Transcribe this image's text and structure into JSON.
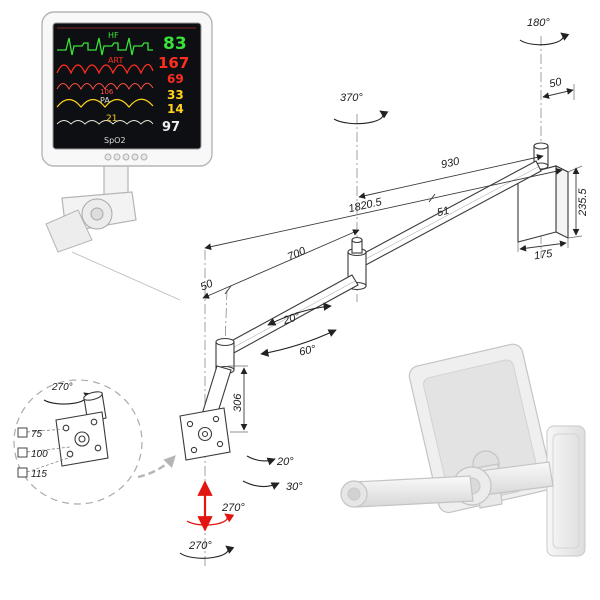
{
  "monitor_display": {
    "hr_label": "HF",
    "hr_value": "83",
    "art_label": "ART",
    "art_sys": "167",
    "art_dia": "69",
    "pa_rate": "106",
    "pa_label": "PA",
    "pa_v1": "33",
    "pa_v2": "14",
    "temp_value": "21",
    "spo2_value": "97",
    "spo2_label": "SpO2"
  },
  "dimensions": {
    "top_rotation": "180°",
    "top_offset": "50",
    "upper_arm_length": "930",
    "mid_rotation": "370°",
    "total_reach": "1820.5",
    "pivot_offset": "51",
    "bracket_height": "235.5",
    "bracket_width": "175",
    "lower_arm_length": "700",
    "left_offset": "50",
    "swivel_min": "20°",
    "swivel_max": "60°",
    "drop_length": "306",
    "tilt_up": "20°",
    "tilt_down": "30°",
    "monitor_rotation": "270°",
    "bottom_rotation": "270°"
  },
  "vesa_detail": {
    "rotation": "270°",
    "sizes": [
      "75",
      "100",
      "115"
    ]
  },
  "colors": {
    "ecg_green": "#3ae23a",
    "pressure_red": "#ff2e1f",
    "secondary_red": "#ff5040",
    "spo2_yellow": "#ffd21e",
    "trace_white": "#e9e9da",
    "accent_red": "#e31510",
    "screen_bg": "#0e0f13"
  }
}
